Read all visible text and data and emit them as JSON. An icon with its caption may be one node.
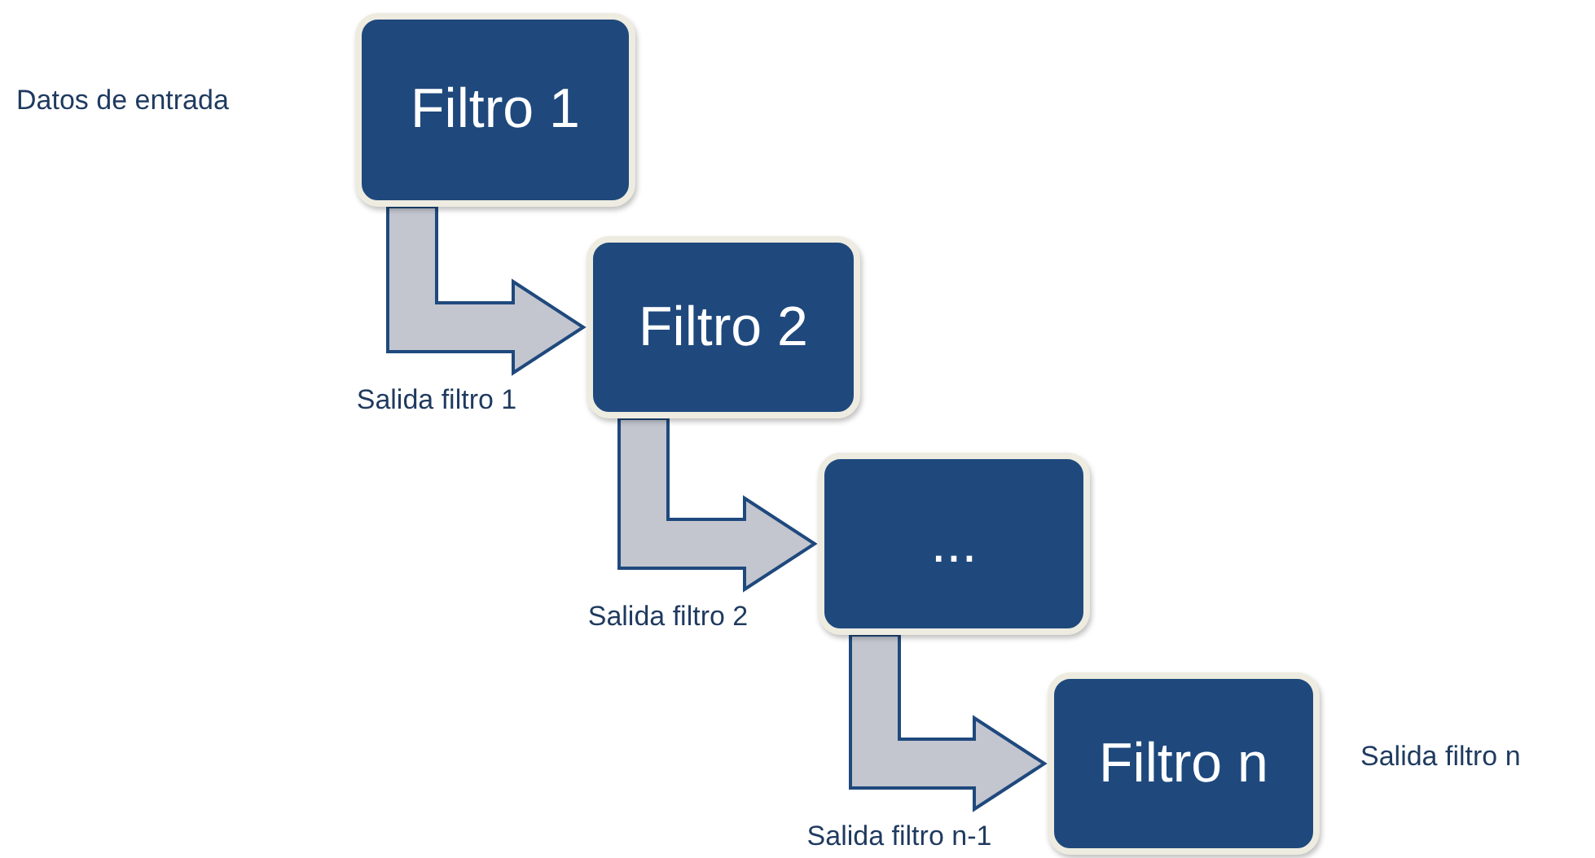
{
  "diagram": {
    "nodes": [
      {
        "text": [
          "Filtro 1"
        ]
      },
      {
        "text": [
          "Filtro 2"
        ]
      },
      {
        "text": [
          "..."
        ]
      },
      {
        "text": [
          "Filtro n"
        ],
        "beside": [
          "Salida filtro n"
        ]
      }
    ],
    "edges": [
      {
        "from": 0,
        "to": 1,
        "arrow": "to",
        "label": "Salida filtro 1"
      },
      {
        "from": 1,
        "to": 2,
        "arrow": "to",
        "label": "Salida filtro 2"
      },
      {
        "from": 2,
        "to": 3,
        "arrow": "to",
        "label": "Salida filtro n-1"
      }
    ],
    "labels": [
      "Datos de entrada"
    ]
  }
}
